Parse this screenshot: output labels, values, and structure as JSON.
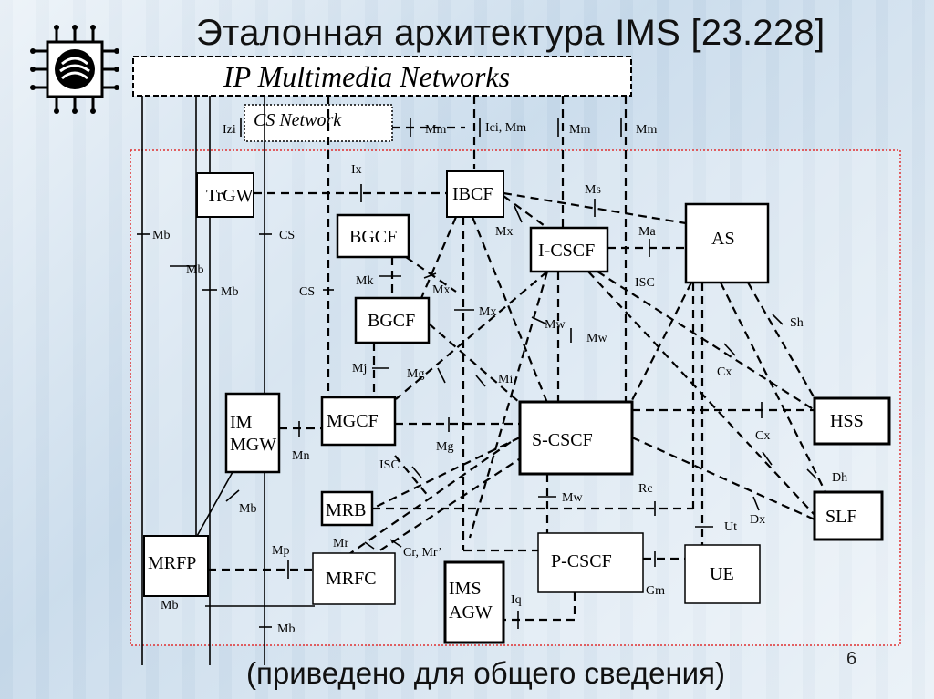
{
  "slide": {
    "title": "Эталонная архитектура IMS [23.228]",
    "footer": "(приведено для общего сведения)",
    "page_number": "6"
  },
  "networks": {
    "ip_multimedia": "IP Multimedia Networks",
    "cs_network": "CS Network"
  },
  "nodes": {
    "trgw": "TrGW",
    "ibcf": "IBCF",
    "bgcf_1": "BGCF",
    "bgcf_2": "BGCF",
    "icscf": "I-CSCF",
    "as": "AS",
    "hss": "HSS",
    "slf": "SLF",
    "im_mgw_line1": "IM",
    "im_mgw_line2": "MGW",
    "mgcf": "MGCF",
    "scscf": "S-CSCF",
    "mrb": "MRB",
    "mrfp": "MRFP",
    "mrfc": "MRFC",
    "ims_agw_line1": "IMS",
    "ims_agw_line2": "AGW",
    "pcscf": "P-CSCF",
    "ue": "UE"
  },
  "interfaces": {
    "izi": "Izi",
    "mm_1": "Mm",
    "ici_mm": "Ici, Mm",
    "mm_2": "Mm",
    "mm_3": "Mm",
    "ix": "Ix",
    "ms": "Ms",
    "mx_1": "Mx",
    "ma": "Ma",
    "mb_1": "Mb",
    "cs_1": "CS",
    "mb_2": "Mb",
    "mb_3": "Mb",
    "mk": "Mk",
    "cs_2": "CS",
    "mx_2": "Mx",
    "isc_1": "ISC",
    "mx_3": "Mx",
    "mw_1": "Mw",
    "sh": "Sh",
    "mw_2": "Mw",
    "cx_1": "Cx",
    "mj": "Mj",
    "mg_1": "Mg",
    "mi": "Mi",
    "cx_2": "Cx",
    "mn": "Mn",
    "mg_2": "Mg",
    "isc_2": "ISC",
    "dh": "Dh",
    "mb_4": "Mb",
    "rc": "Rc",
    "mw_3": "Mw",
    "dx": "Dx",
    "ut": "Ut",
    "mp": "Mp",
    "mr": "Mr",
    "cr_mr": "Cr, Mr’",
    "gm": "Gm",
    "iq": "Iq",
    "mb_5": "Mb",
    "mb_6": "Mb"
  },
  "colors": {
    "domain_border": "#e03030",
    "lines": "#000000",
    "background": "#d6e4f0"
  }
}
